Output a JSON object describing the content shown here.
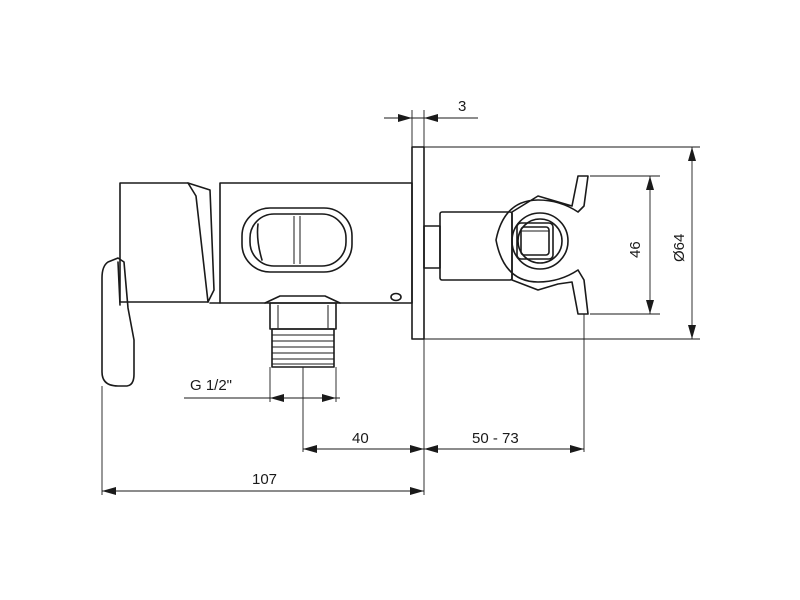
{
  "dimensions": {
    "flange_thickness": "3",
    "thread": "G 1/2\"",
    "outlet_offset": "40",
    "depth_range": "50 - 73",
    "overall_length": "107",
    "holder_height": "46",
    "flange_diameter": "Ø64"
  }
}
